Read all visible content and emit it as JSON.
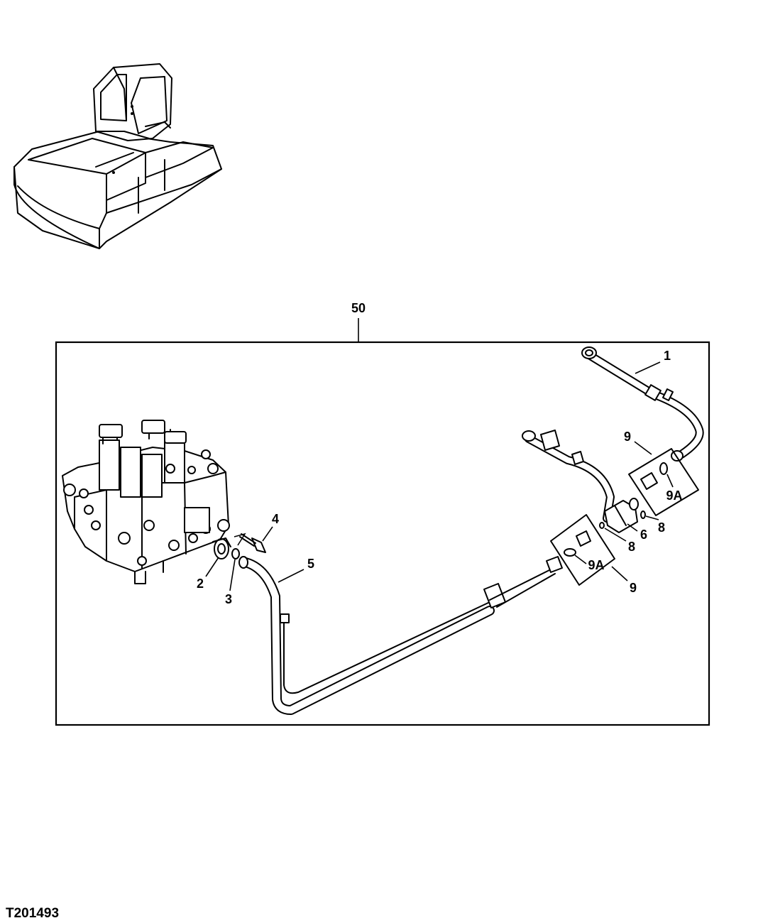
{
  "callouts": {
    "assembly": "50",
    "c1": "1",
    "c2": "2",
    "c3": "3",
    "c4": "4",
    "c5": "5",
    "c6": "6",
    "c8_left": "8",
    "c8_right": "8",
    "c9_top": "9",
    "c9_bottom": "9",
    "c9a_top": "9A",
    "c9a_bottom": "9A"
  },
  "figure_id": "T201493"
}
